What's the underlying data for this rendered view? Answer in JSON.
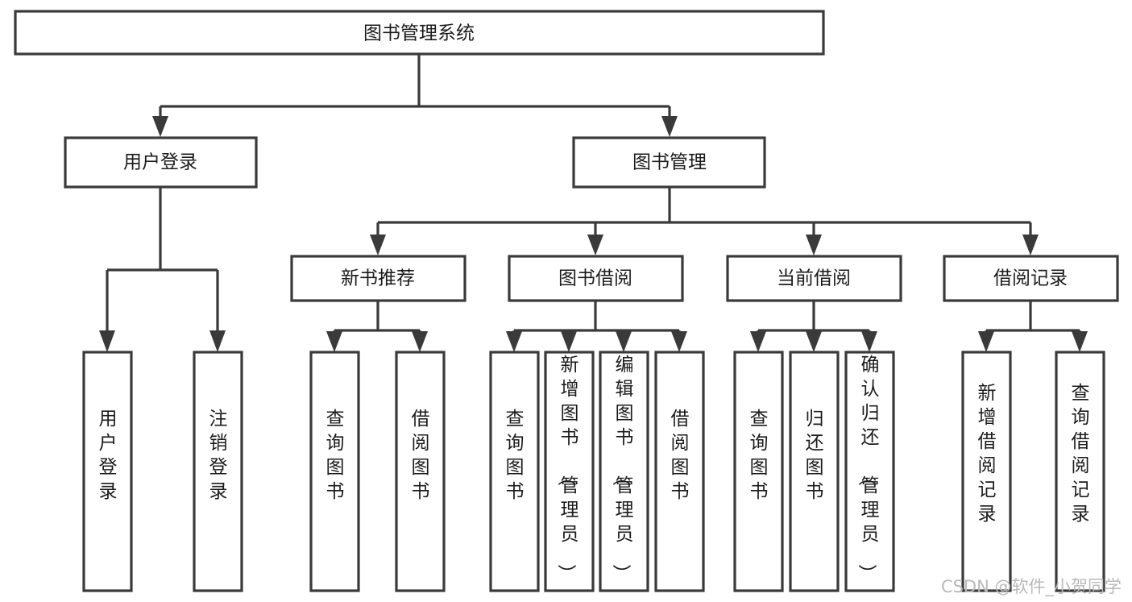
{
  "diagram": {
    "title": "图书管理系统",
    "type": "tree-hierarchy-chart",
    "colors": {
      "stroke": "#3a3a3a",
      "fill": "#ffffff",
      "text": "#1b1b1b",
      "watermark": "#b9b9b9",
      "background": "#ffffff"
    },
    "root": {
      "id": "root",
      "label": "图书管理系统"
    },
    "level2": [
      {
        "id": "user-login",
        "label": "用户登录"
      },
      {
        "id": "book-manage",
        "label": "图书管理"
      }
    ],
    "level3": [
      {
        "id": "new-book-recommend",
        "label": "新书推荐",
        "parent": "book-manage"
      },
      {
        "id": "book-borrow",
        "label": "图书借阅",
        "parent": "book-manage"
      },
      {
        "id": "current-borrow",
        "label": "当前借阅",
        "parent": "book-manage"
      },
      {
        "id": "borrow-record",
        "label": "借阅记录",
        "parent": "book-manage"
      }
    ],
    "leaves": [
      {
        "id": "leaf-user-login",
        "label": "用户登录",
        "parent": "user-login"
      },
      {
        "id": "leaf-user-logout",
        "label": "注销登录",
        "parent": "user-login"
      },
      {
        "id": "leaf-query-book-1",
        "label": "查询图书",
        "parent": "new-book-recommend"
      },
      {
        "id": "leaf-borrow-book-1",
        "label": "借阅图书",
        "parent": "new-book-recommend"
      },
      {
        "id": "leaf-query-book-2",
        "label": "查询图书",
        "parent": "book-borrow"
      },
      {
        "id": "leaf-add-book",
        "label": "新增图书（管理员）",
        "parent": "book-borrow"
      },
      {
        "id": "leaf-edit-book",
        "label": "编辑图书（管理员）",
        "parent": "book-borrow"
      },
      {
        "id": "leaf-borrow-book-2",
        "label": "借阅图书",
        "parent": "book-borrow"
      },
      {
        "id": "leaf-query-book-3",
        "label": "查询图书",
        "parent": "current-borrow"
      },
      {
        "id": "leaf-return-book",
        "label": "归还图书",
        "parent": "current-borrow"
      },
      {
        "id": "leaf-confirm-return",
        "label": "确认归还（管理员）",
        "parent": "current-borrow"
      },
      {
        "id": "leaf-add-record",
        "label": "新增借阅记录",
        "parent": "borrow-record"
      },
      {
        "id": "leaf-query-record",
        "label": "查询借阅记录",
        "parent": "borrow-record"
      }
    ],
    "watermark": "CSDN @软件_小贺同学"
  }
}
